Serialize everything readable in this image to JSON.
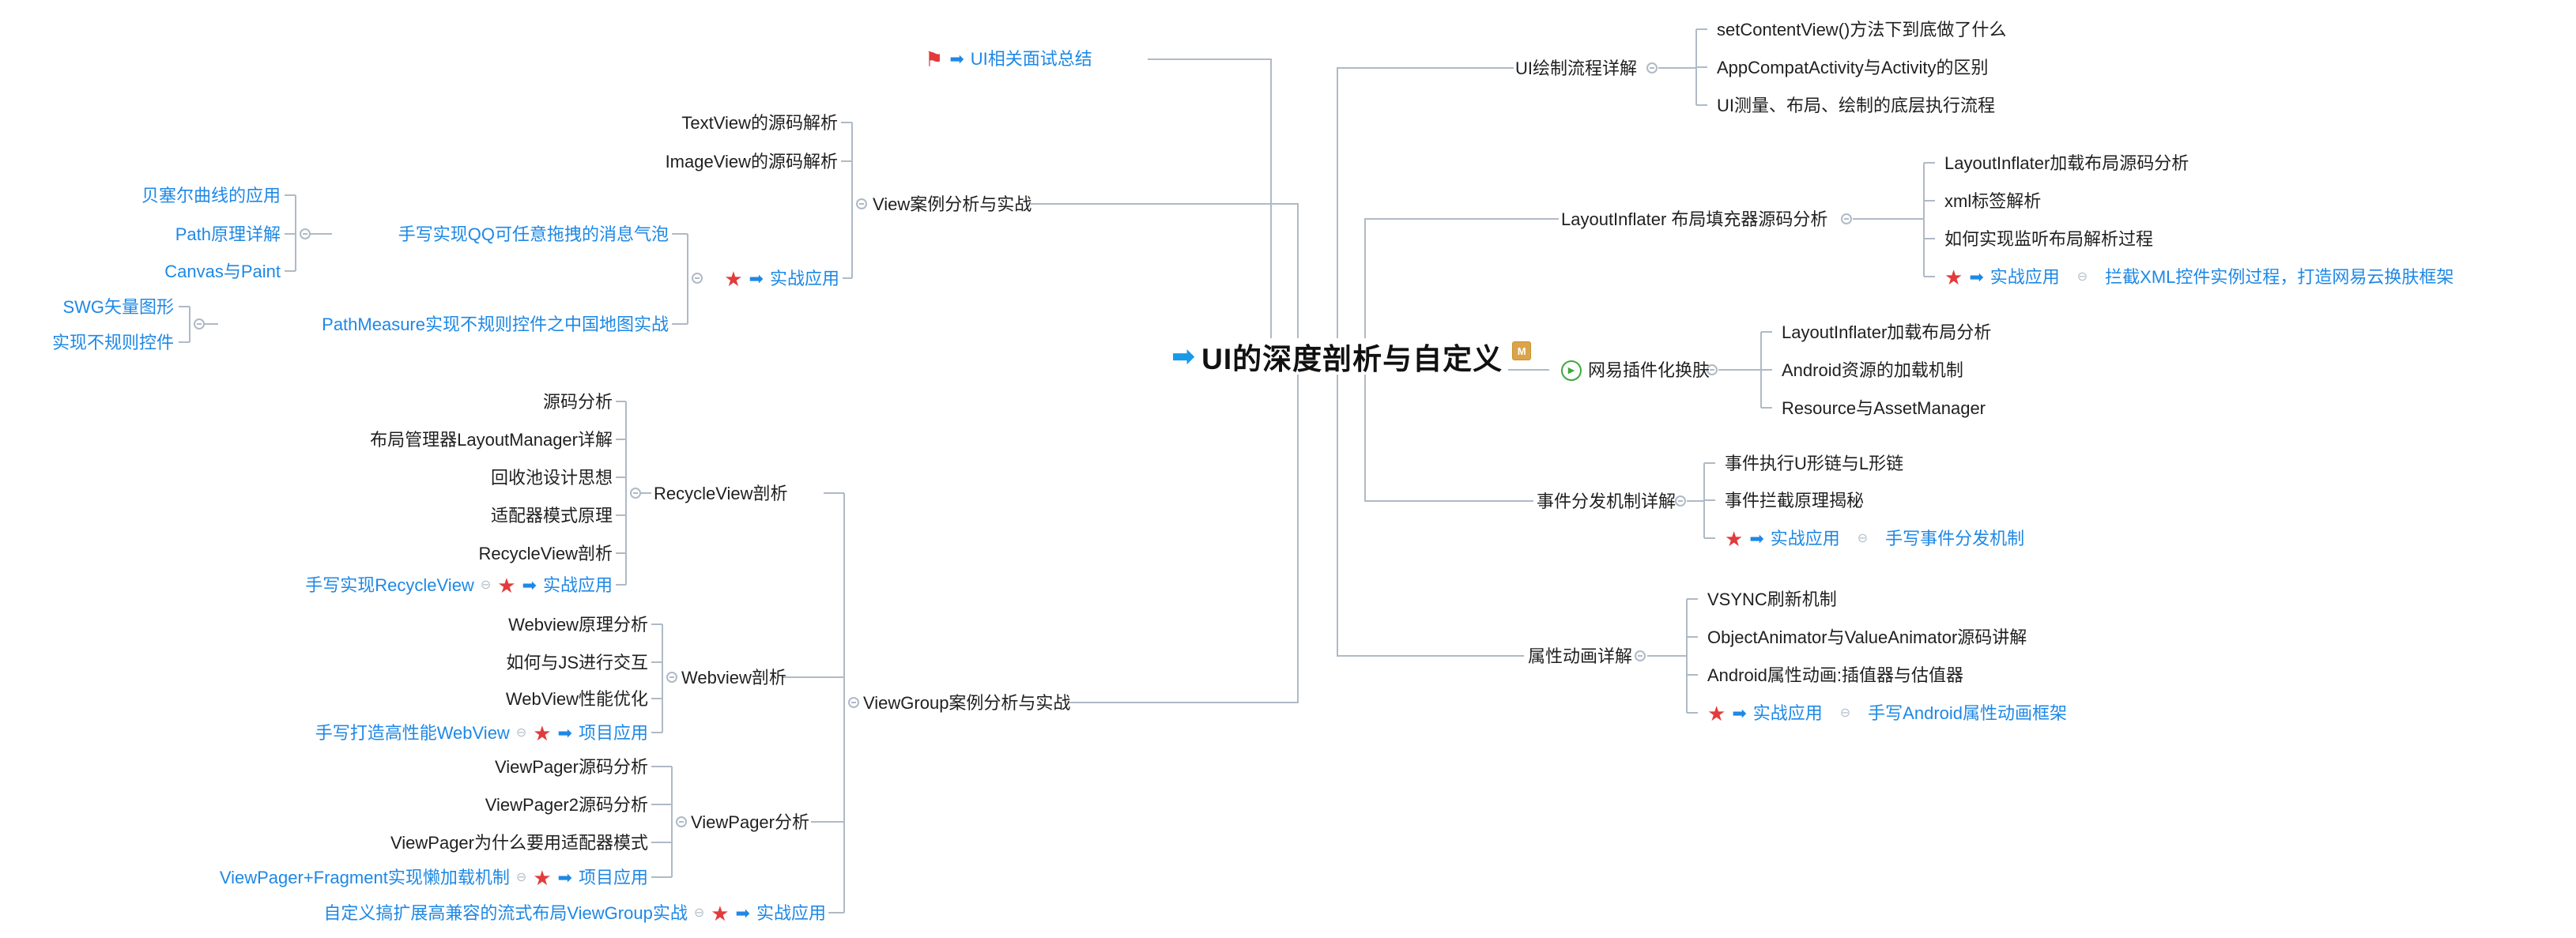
{
  "palette": {
    "accent_blue": "#1E88E5",
    "text_black": "#1f1f1f",
    "line_gray": "#AFBAC6",
    "star_red": "#E23B3B",
    "badge_gold": "#DBA44A",
    "play_green": "#3DA93D"
  },
  "icons": {
    "star": "★",
    "arrow": "➡",
    "flag": "⚑",
    "play": "▶",
    "collapse": "⊖"
  },
  "center": {
    "title": "UI的深度剖析与自定义",
    "badge": "M"
  },
  "floating": {
    "interview_summary": "UI相关面试总结"
  },
  "left": {
    "bezier_group": {
      "items": [
        "贝塞尔曲线的应用",
        "Path原理详解",
        "Canvas与Paint"
      ],
      "practice": "手写实现QQ可任意拖拽的消息气泡"
    },
    "svg_group": {
      "items": [
        "SWG矢量图形",
        "实现不规则控件"
      ],
      "practice": "PathMeasure实现不规则控件之中国地图实战"
    },
    "practice_badge": {
      "label": "实战应用"
    },
    "view_case": {
      "title": "View案例分析与实战",
      "children": [
        "TextView的源码解析",
        "ImageView的源码解析"
      ]
    },
    "recycleview": {
      "title": "RecycleView剖析",
      "children": [
        "源码分析",
        "布局管理器LayoutManager详解",
        "回收池设计思想",
        "适配器模式原理",
        "RecycleView剖析"
      ],
      "practice_row": {
        "lead": "手写实现RecycleView",
        "label": "实战应用"
      }
    },
    "webview": {
      "title": "Webview剖析",
      "children": [
        "Webview原理分析",
        "如何与JS进行交互",
        "WebView性能优化"
      ],
      "practice_row": {
        "lead": "手写打造高性能WebView",
        "label": "项目应用"
      }
    },
    "viewpager": {
      "title": "ViewPager分析",
      "children": [
        "ViewPager源码分析",
        "ViewPager2源码分析",
        "ViewPager为什么要用适配器模式"
      ],
      "practice_row": {
        "lead": "ViewPager+Fragment实现懒加载机制",
        "label": "项目应用"
      }
    },
    "flow_layout_row": {
      "lead": "自定义搞扩展高兼容的流式布局ViewGroup实战",
      "label": "实战应用"
    },
    "viewgroup_case": {
      "title": "ViewGroup案例分析与实战"
    }
  },
  "right": {
    "draw_flow": {
      "title": "UI绘制流程详解",
      "children": [
        "setContentView()方法下到底做了什么",
        "AppCompatActivity与Activity的区别",
        "UI测量、布局、绘制的底层执行流程"
      ]
    },
    "layout_inflater": {
      "title": "LayoutInflater 布局填充器源码分析",
      "children": [
        "LayoutInflater加载布局源码分析",
        "xml标签解析",
        "如何实现监听布局解析过程"
      ],
      "practice_row": {
        "label": "实战应用",
        "tail": "拦截XML控件实例过程，打造网易云换肤框架"
      }
    },
    "skin": {
      "title": "网易插件化换肤",
      "children": [
        "LayoutInflater加载布局分析",
        "Android资源的加载机制",
        "Resource与AssetManager"
      ]
    },
    "event_dispatch": {
      "title": "事件分发机制详解",
      "children": [
        "事件执行U形链与L形链",
        "事件拦截原理揭秘"
      ],
      "practice_row": {
        "label": "实战应用",
        "tail": "手写事件分发机制"
      }
    },
    "property_anim": {
      "title": "属性动画详解",
      "children": [
        "VSYNC刷新机制",
        "ObjectAnimator与ValueAnimator源码讲解",
        "Android属性动画:插值器与估值器"
      ],
      "practice_row": {
        "label": "实战应用",
        "tail": "手写Android属性动画框架"
      }
    }
  }
}
